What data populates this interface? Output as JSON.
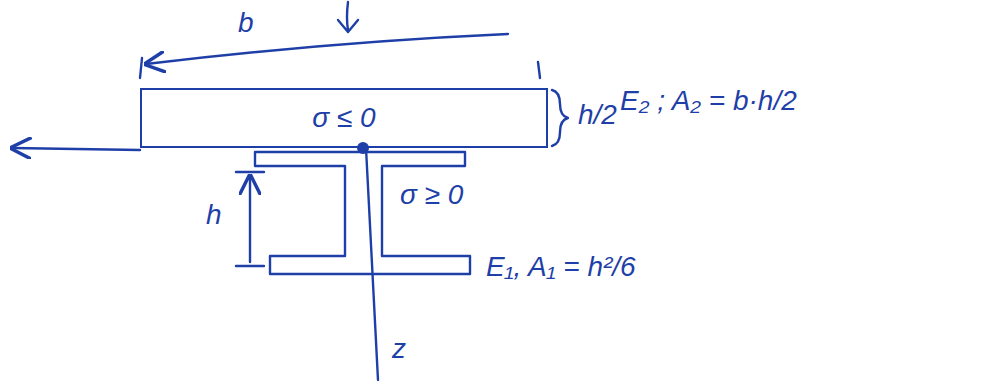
{
  "diagram": {
    "nodes": [
      {
        "text": [
          "σ ≤ 0"
        ]
      }
    ],
    "labels": [
      "b",
      "h/2",
      "E₂ ; A₂ = b·h/2",
      "σ ≥ 0",
      "h",
      "E₁, A₁ = h²/6",
      "z"
    ]
  }
}
